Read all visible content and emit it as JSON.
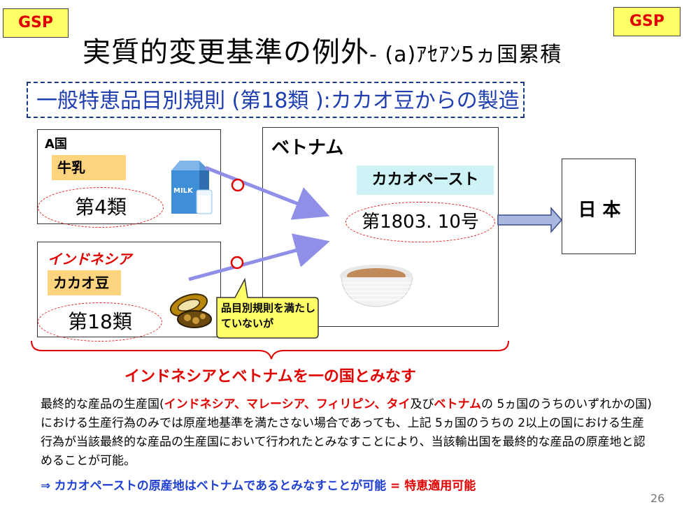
{
  "badges": {
    "left": "GSP",
    "right": "GSP"
  },
  "title": {
    "main": "実質的変更基準の例外",
    "sub": "- (a)ｱｾｱﾝ5ヵ国累積"
  },
  "rule_box": "一般特恵品目別規則 (第18類 ):カカオ豆からの製造",
  "country_a": {
    "name": "A国",
    "product": "牛乳",
    "classification": "第4類",
    "carton_text": "MILK"
  },
  "indonesia": {
    "name": "インドネシア",
    "product": "カカオ豆",
    "classification": "第18類"
  },
  "vietnam": {
    "name": "ベトナム",
    "product": "カカオペースト",
    "classification": "第1803. 10号"
  },
  "japan": {
    "name": "日 本"
  },
  "callout": "品目別規則を満たしていないが",
  "conclusion": "インドネシアとベトナムを一の国とみなす",
  "paragraph": {
    "p1": "最終的な産品の生産国(",
    "countries": "インドネシア、マレーシア、フィリピン、タイ",
    "and": "及び",
    "vietnam": "ベトナム",
    "rest": "の 5ヵ国のうちのいずれかの国) における生産行為のみでは原産地基準を満たさない場合であっても、上記 5ヵ国のうちの 2以上の国における生産行為が当該最終的な産品の生産国において行われたとみなすことにより、当該輸出国を最終的な産品の原産地と認めることが可能。"
  },
  "footer": {
    "arrow": "⇒",
    "blue": "カカオペーストの原産地はベトナムであるとみなすことが可能",
    "eq": " = ",
    "red": "特恵適用可能"
  },
  "page_number": "26",
  "colors": {
    "red": "#e00000",
    "blue": "#1f3fd0",
    "label_bg": "#ffd47f",
    "cyan_bg": "#cdf3f7",
    "badge_bg": "#ffff66"
  }
}
